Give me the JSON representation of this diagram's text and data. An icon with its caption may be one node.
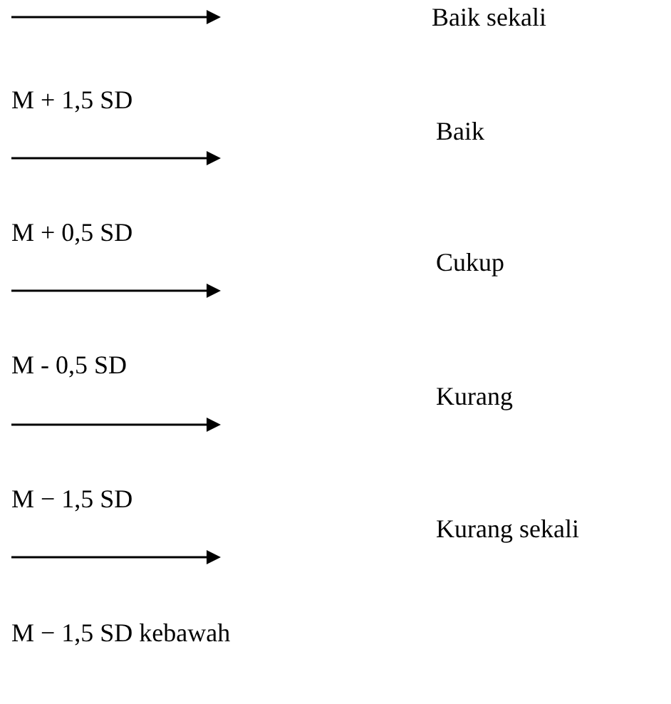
{
  "diagram": {
    "labels": [
      "Baik sekali",
      "M + 1,5 SD",
      "Baik",
      "M + 0,5 SD",
      "Cukup",
      "M - 0,5 SD",
      "Kurang",
      "M − 1,5 SD",
      "Kurang sekali",
      "M − 1,5 SD kebawah"
    ]
  }
}
